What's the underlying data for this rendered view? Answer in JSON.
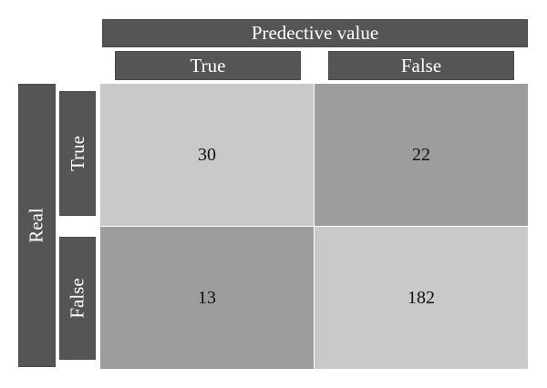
{
  "title": "Predective value",
  "predicted_labels": [
    "True",
    "False"
  ],
  "real_title": "Real",
  "real_labels": [
    "True",
    "False"
  ],
  "matrix": [
    [
      "30",
      "22"
    ],
    [
      "13",
      "182"
    ]
  ],
  "colors": {
    "header_bg": "#555555",
    "header_text": "#ffffff",
    "cell_light": "#c9c9c9",
    "cell_dark": "#9d9d9d"
  }
}
